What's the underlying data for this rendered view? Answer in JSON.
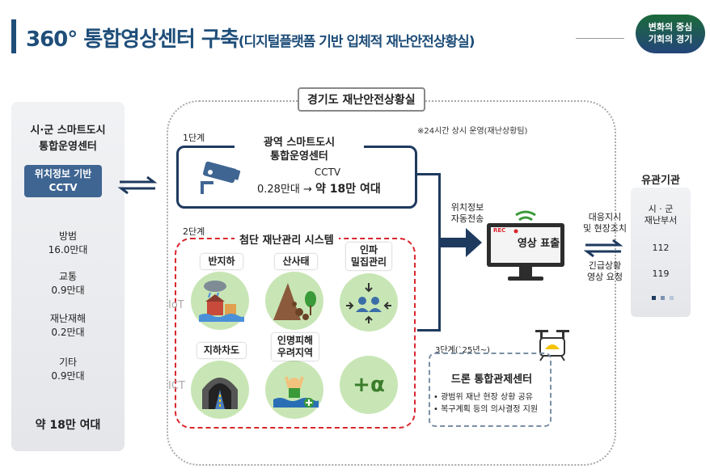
{
  "header": {
    "title": "360° 통합영상센터 구축",
    "subtitle": "(디지털플랫폼 기반 입체적 재난안전상황실)",
    "badge_line1": "변화의 중심",
    "badge_line2": "기회의 경기"
  },
  "left": {
    "title_line1": "시·군 스마트도시",
    "title_line2": "통합운영센터",
    "pill_line1": "위치정보 기반",
    "pill_line2": "CCTV",
    "stats": [
      {
        "label": "방범",
        "value": "16.0만대"
      },
      {
        "label": "교통",
        "value": "0.9만대"
      },
      {
        "label": "재난재해",
        "value": "0.2만대"
      },
      {
        "label": "기타",
        "value": "0.9만대"
      }
    ],
    "total": "약 18만 여대"
  },
  "center": {
    "region_label": "경기도 재난안전상황실",
    "note": "※24시간 상시 운영(재난상황팀)",
    "step1": {
      "tag": "1단계",
      "title_line1": "광역 스마트도시",
      "title_line2": "통합운영센터",
      "cctv_label": "CCTV",
      "value_from": "0.28만대 →",
      "value_to": "약 18만 여대"
    },
    "step2": {
      "tag": "2단계",
      "title": "첨단 재난관리 시스템",
      "ghost_iot": "IoT",
      "ghost_ict": "ICT",
      "items": [
        {
          "label": "반지하"
        },
        {
          "label": "산사태"
        },
        {
          "label_line1": "인파",
          "label_line2": "밀집관리"
        },
        {
          "label": "지하차도"
        },
        {
          "label_line1": "인명피해",
          "label_line2": "우려지역"
        },
        {
          "symbol": "+α"
        }
      ]
    },
    "send_label_line1": "위치정보",
    "send_label_line2": "자동전송",
    "monitor": {
      "rec": "REC",
      "label": "영상 표출"
    },
    "step3": {
      "tag": "3단계(`25년~)",
      "title": "드론 통합관제센터",
      "bullet1": "• 광범위 재난 현장 상황 공유",
      "bullet2": "• 복구계획 등의 의사결정 지원"
    }
  },
  "links": {
    "to_right_line1": "대응지시",
    "to_right_line2": "및 현장조치",
    "from_right_line1": "긴급상황",
    "from_right_line2": "영상 요청"
  },
  "right": {
    "title": "유관기관",
    "items_line1": "시 · 군",
    "items_line2": "재난부서",
    "item2": "112",
    "item3": "119"
  },
  "colors": {
    "navy": "#1f3a5f",
    "title_blue": "#1f4e79",
    "red_dashed": "#d9262c",
    "circle_green": "#c8e6b5"
  }
}
